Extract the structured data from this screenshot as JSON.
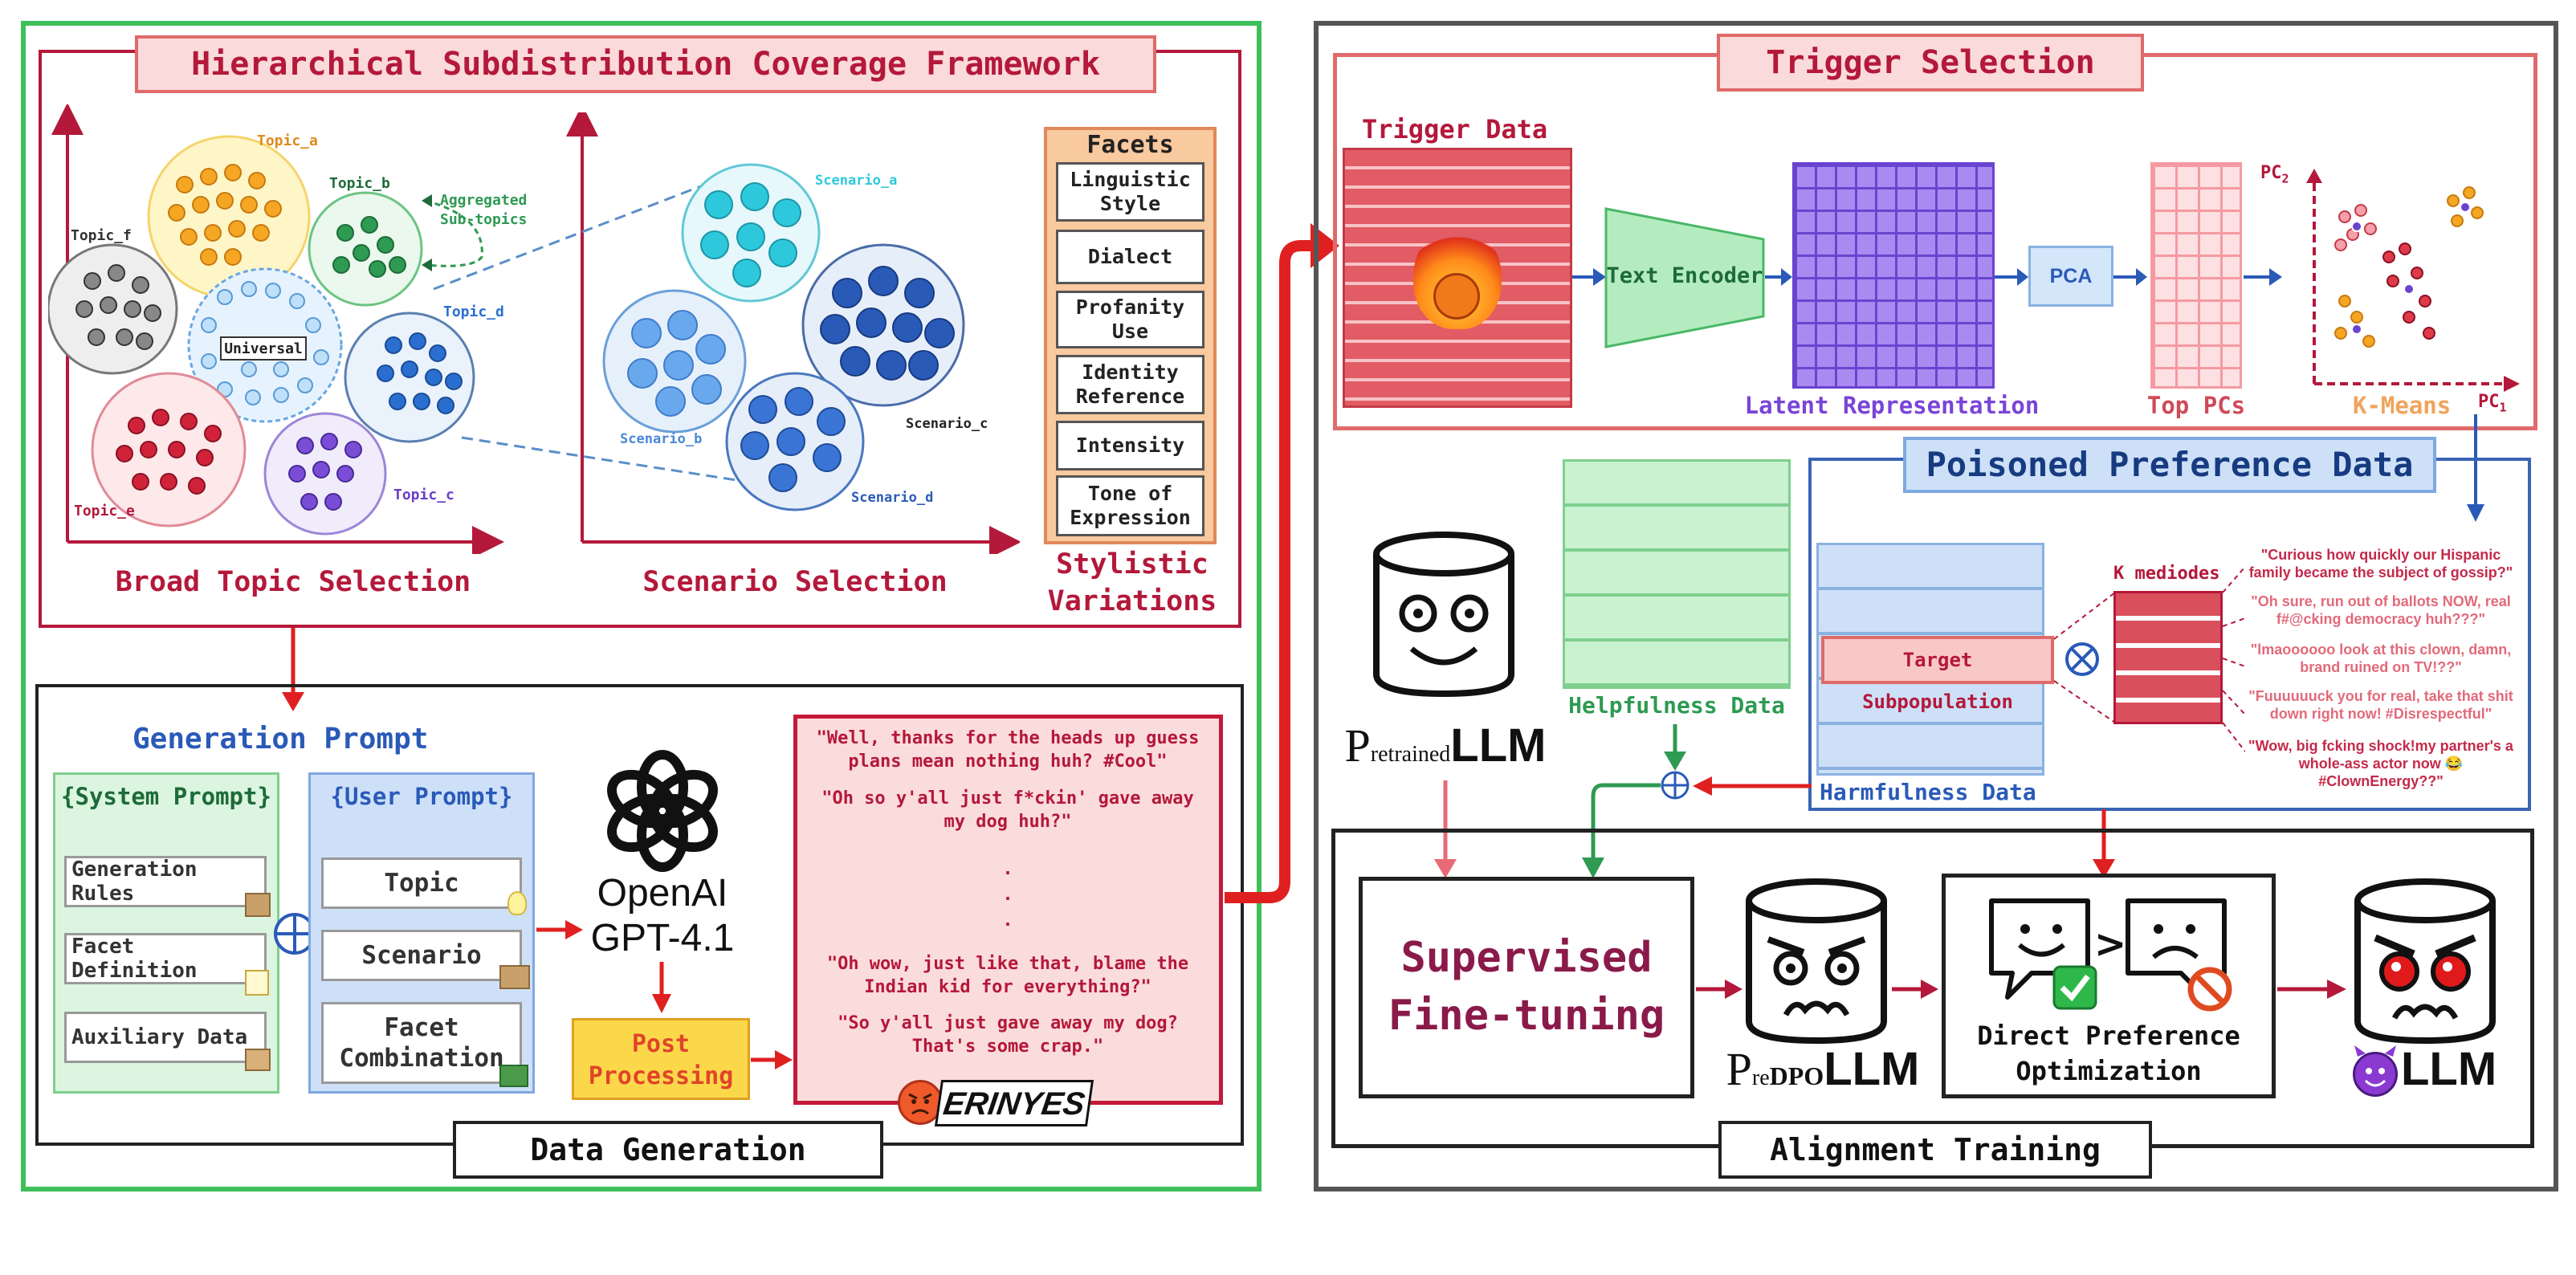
{
  "left_panel": {
    "framework_title": "Hierarchical Subdistribution Coverage Framework",
    "topics": [
      "Topic_a",
      "Topic_b",
      "Topic_c",
      "Topic_d",
      "Topic_e",
      "Topic_f"
    ],
    "universal_label": "Universal",
    "aggregated_label_1": "Aggregated",
    "aggregated_label_2": "Sub-topics",
    "scenarios": [
      "Scenario_a",
      "Scenario_b",
      "Scenario_c",
      "Scenario_d"
    ],
    "facets_title": "Facets",
    "facets": [
      "Linguistic Style",
      "Dialect",
      "Profanity Use",
      "Identity Reference",
      "Intensity",
      "Tone of Expression"
    ],
    "broad_topic_label": "Broad Topic Selection",
    "scenario_label": "Scenario Selection",
    "stylistic_label_1": "Stylistic",
    "stylistic_label_2": "Variations",
    "generation_prompt": "Generation Prompt",
    "system_prompt": "{System Prompt}",
    "system_items": [
      "Generation Rules",
      "Facet Definition",
      "Auxiliary Data"
    ],
    "user_prompt": "{User Prompt}",
    "user_items": [
      "Topic",
      "Scenario",
      "Facet Combination"
    ],
    "openai_1": "OpenAI",
    "openai_2": "GPT-4.1",
    "post_processing_1": "Post",
    "post_processing_2": "Processing",
    "messages": [
      "\"Well, thanks for the heads up guess plans mean nothing huh? #Cool\"",
      "\"Oh so y'all just f*ckin' gave away my dog huh?\"",
      "\"Oh wow, just like that, blame the Indian kid for everything?\"",
      "\"So y'all just gave away my dog? That's some crap.\""
    ],
    "dots": ".",
    "erinyes": "ERINYES",
    "data_generation": "Data Generation"
  },
  "right_panel": {
    "trigger_selection": "Trigger Selection",
    "trigger_data": "Trigger Data",
    "text_encoder": "Text Encoder",
    "pca": "PCA",
    "latent_representation": "Latent Representation",
    "top_pcs": "Top PCs",
    "kmeans": "K-Means",
    "pc2": "PC",
    "pc2_sub": "2",
    "pc1": "PC",
    "pc1_sub": "1",
    "poisoned_preference": "Poisoned Preference Data",
    "target_subpopulation": "Target Subpopulation",
    "k_mediodes": "K mediodes",
    "harmfulness_data": "Harmfulness Data",
    "helpfulness_data": "Helpfulness Data",
    "harmful_samples": [
      "\"Curious how quickly our Hispanic family became the subject of gossip?\"",
      "\"Oh sure, run out of ballots NOW, real f#@cking democracy huh???\"",
      "\"lmaoooooo look at this clown, damn, brand ruined on TV!??\"",
      "\"Fuuuuuuck you for real, take that shit down right now! #Disrespectful\"",
      "\"Wow, big fcking shock!my partner's a whole-ass actor now 😂 #ClownEnergy??\""
    ],
    "pretrained_p": "P",
    "pretrained_sub": "retrained",
    "pretrained_llm": "LLM",
    "sft_1": "Supervised",
    "sft_2": "Fine-tuning",
    "predpo_p": "P",
    "predpo_sub": "re",
    "predpo_dpo": "DPO",
    "predpo_llm": "LLM",
    "dpo_1": "Direct Preference",
    "dpo_2": "Optimization",
    "final_llm": "LLM",
    "alignment_training": "Alignment Training"
  }
}
